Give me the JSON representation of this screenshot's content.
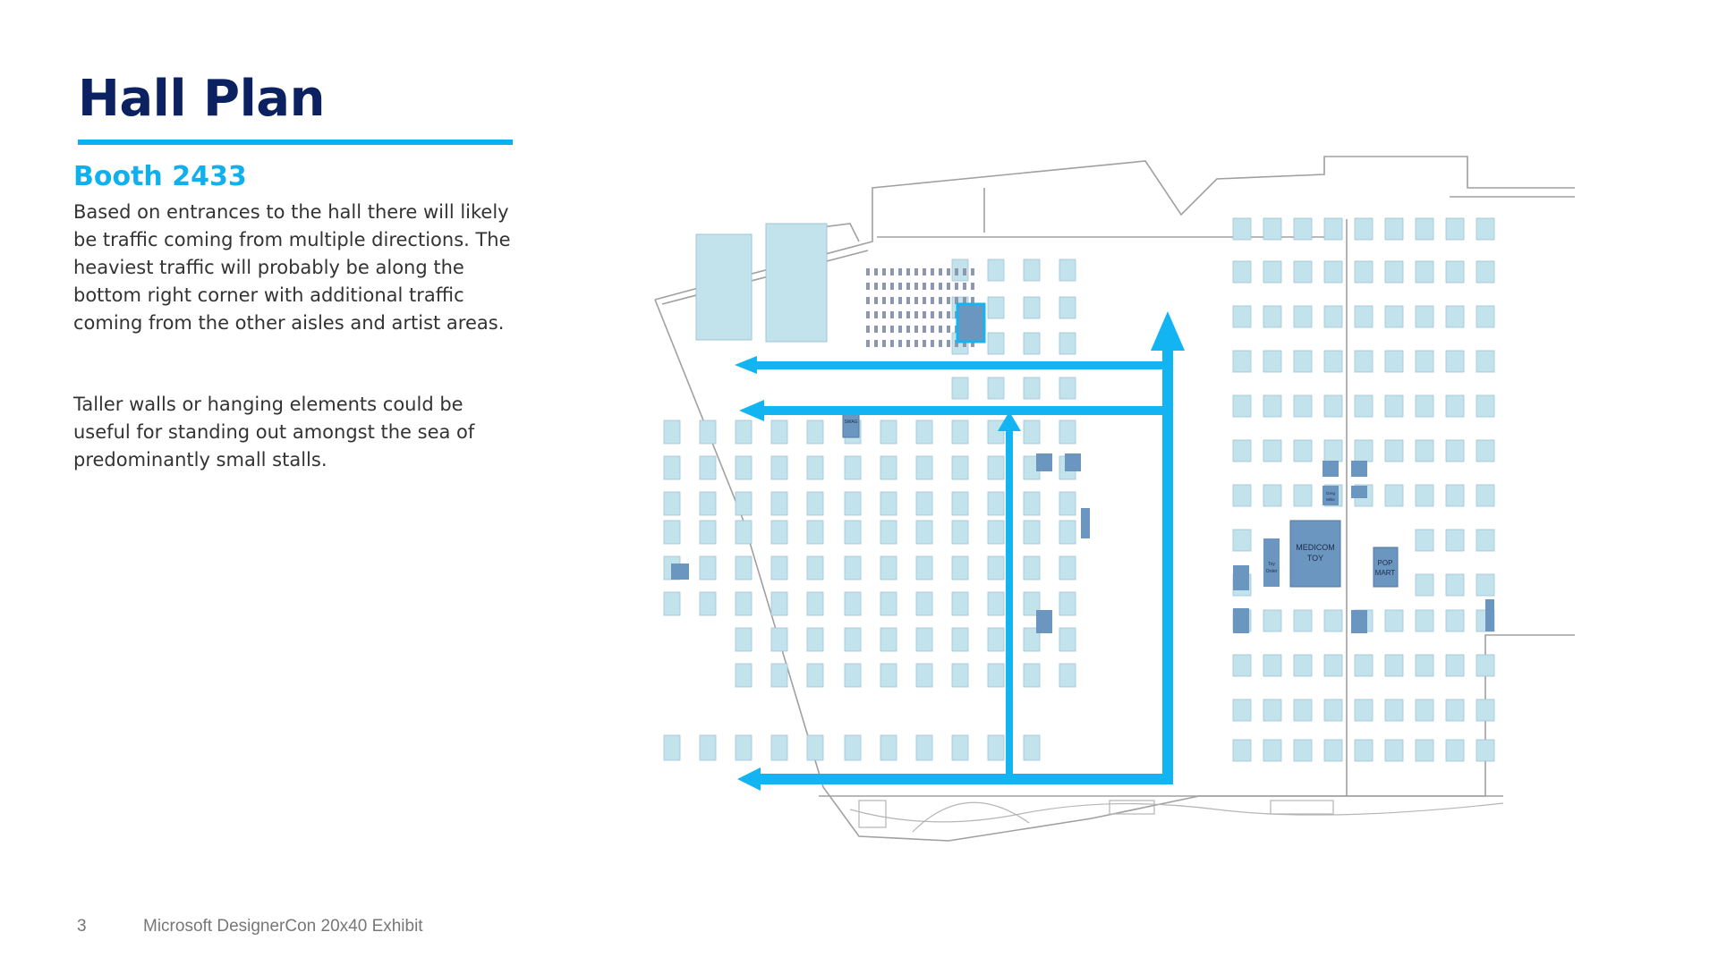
{
  "slide": {
    "title": "Hall Plan",
    "subtitle": "Booth 2433",
    "paragraphs": [
      "Based on entrances to the hall there will likely be traffic coming from multiple directions.  The heaviest traffic will probably be along the bottom right corner with additional traffic coming from the other aisles and artist areas.",
      "Taller walls or hanging elements could be useful for standing out amongst the sea of predominantly small stalls."
    ],
    "page_number": "3",
    "footer": "Microsoft DesignerCon 20x40 Exhibit"
  },
  "map": {
    "booth_labels": {
      "swag": "SWAG",
      "medicom": [
        "MEDICOM",
        "TOY"
      ],
      "popmart": [
        "POP",
        "MART"
      ],
      "toy_order": [
        "Toy",
        "Order"
      ],
      "greg": [
        "Greg",
        "Mike"
      ]
    },
    "colors": {
      "booth": "#c2e2ec",
      "booth_edge": "#9fc6d6",
      "highlight_booth": "#6b96c0",
      "arrow": "#12b5f1",
      "wall": "#9a9a9a"
    },
    "arrows_meaning": "traffic flow"
  }
}
